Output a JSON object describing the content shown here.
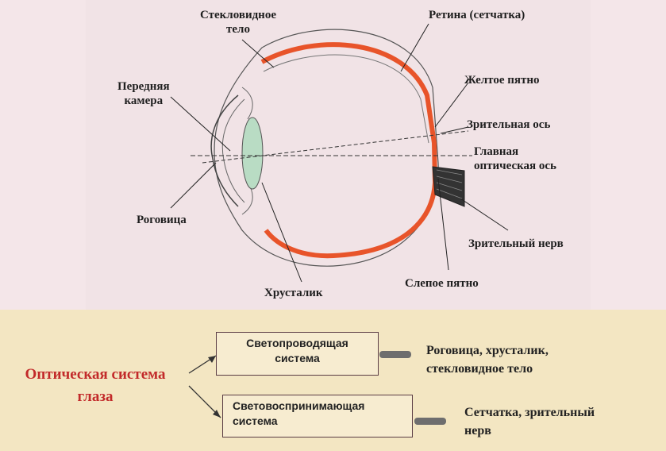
{
  "labels": {
    "vitreous": "Стекловидное\nтело",
    "retina": "Ретина (сетчатка)",
    "anterior_chamber": "Передняя\nкамера",
    "macula": "Желтое пятно",
    "visual_axis": "Зрительная ось",
    "main_optical_axis": "Главная\nоптическая ось",
    "cornea": "Роговица",
    "optic_nerve": "Зрительный нерв",
    "blind_spot": "Слепое пятно",
    "lens": "Хрусталик"
  },
  "system": {
    "title": "Оптическая система\nглаза",
    "conducting": {
      "box": "Светопроводящая\nсистема",
      "result": "Роговица, хрусталик,\nстекловидное тело"
    },
    "receiving": {
      "box": "Световоспринимающая\nсистема",
      "result": "Сетчатка, зрительный\nнерв"
    }
  },
  "colors": {
    "retina": "#e8542a",
    "lens": "#b9dcc4",
    "title": "#c22a2a",
    "connector": "#6e6e6e"
  }
}
